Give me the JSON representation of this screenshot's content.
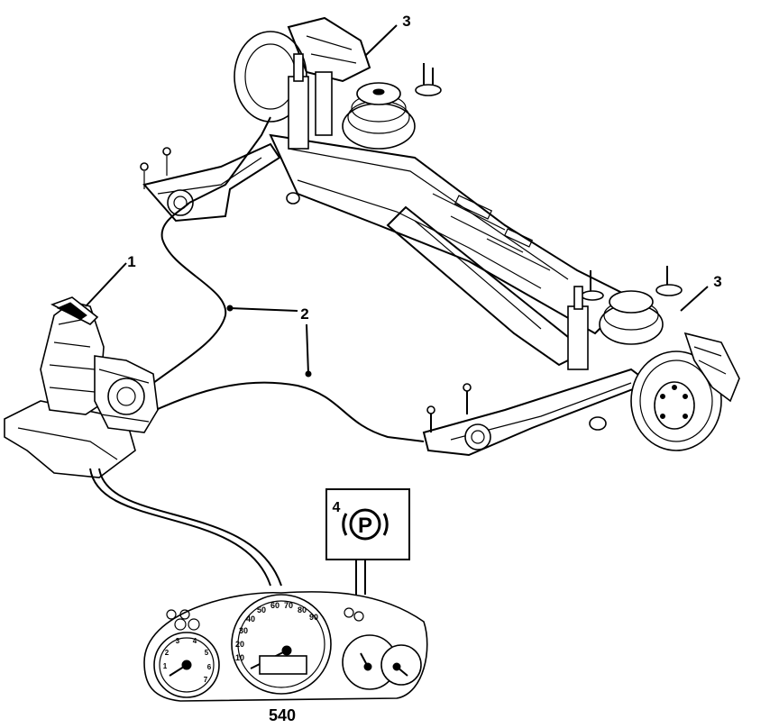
{
  "callouts": {
    "c1": "1",
    "c2": "2",
    "c3a": "3",
    "c3b": "3",
    "c4": "4"
  },
  "indicator": {
    "symbol": "P",
    "icon": "parking-brake-warning-icon"
  },
  "figure_number": "540",
  "cluster": {
    "speedo_ticks": [
      "10",
      "20",
      "30",
      "40",
      "50",
      "60",
      "70",
      "80",
      "90"
    ],
    "tacho_ticks": [
      "1",
      "2",
      "3",
      "4",
      "5",
      "6",
      "7"
    ]
  }
}
